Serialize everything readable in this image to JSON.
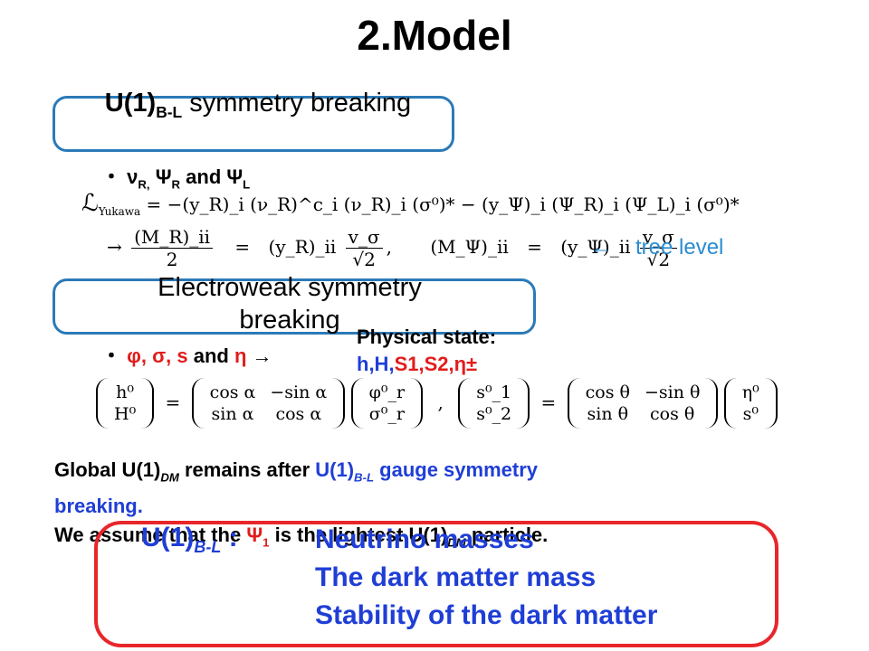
{
  "title": "2.Model",
  "box1": {
    "main": "U(1)",
    "sub": "B-L",
    "rest": " symmetry breaking"
  },
  "bullet1": {
    "mark": "・",
    "text": "ν",
    "sub1": "R,",
    "psi": " Ψ",
    "sub2": "R",
    "and": " and Ψ",
    "sub3": "L"
  },
  "yukawa": {
    "lhs": "ℒ",
    "lhs_sub": "Yukawa",
    "rhs": " = −(y_R)_i (ν_R)^c_i (ν_R)_i (σ⁰)* − (y_Ψ)_i (Ψ_R)_i (Ψ_L)_i (σ⁰)*"
  },
  "mass_line": {
    "arrow": "→",
    "m1_num": "(M_R)_ii",
    "m1_den": "2",
    "eq": "=",
    "y1": "(y_R)_ii",
    "v_num": "v_σ",
    "v_den": "√2",
    "m2": "(M_Ψ)_ii",
    "y2": "(y_Ψ)_ii",
    "note_arrow": "←",
    "note": "tree level"
  },
  "box2": {
    "text": "Electroweak symmetry breaking"
  },
  "bullet2": {
    "mark": "・",
    "phi": "φ, σ, s",
    "and": " and ",
    "eta": "η",
    "arrow": " →"
  },
  "physical": {
    "label": "Physical state:",
    "list1": "h,H,",
    "list2": "S1,S2,",
    "list3": "η±"
  },
  "matrices": {
    "left_vec": [
      "h⁰",
      "H⁰"
    ],
    "rot1": [
      [
        "cos α",
        "−sin α"
      ],
      [
        "sin α",
        "cos α"
      ]
    ],
    "right_vec1": [
      "φ⁰_r",
      "σ⁰_r"
    ],
    "comma": ",",
    "left_vec2": [
      "s⁰_1",
      "s⁰_2"
    ],
    "rot2": [
      [
        "cos θ",
        "−sin θ"
      ],
      [
        "sin θ",
        "cos θ"
      ]
    ],
    "right_vec2": [
      "η⁰",
      "s⁰"
    ]
  },
  "global": {
    "l1a": "Global U(1)",
    "l1a_sub": "DM",
    "l1b": " remains after ",
    "l1c": "U(1)",
    "l1c_sub": "B-L",
    "l1d": " gauge symmetry",
    "l2": "breaking.",
    "l3a": "We assume that the ",
    "l3b": "Ψ",
    "l3b_sub": "1",
    "l3c": " is the lightest U(1)",
    "l3c_sub": "DM",
    "l3d": " particle."
  },
  "redbox": {
    "u1": "U(1)",
    "u1_sub": "B-L",
    "colon": " :",
    "item1": "Neutrino masses",
    "item2": "The dark matter mass",
    "item3": "Stability of the dark matter"
  },
  "colors": {
    "blue": "#1f3ed6",
    "red": "#e21c1c",
    "box_blue": "#2b7ab8",
    "box_red": "#e8262a",
    "note": "#2a8bd1"
  }
}
